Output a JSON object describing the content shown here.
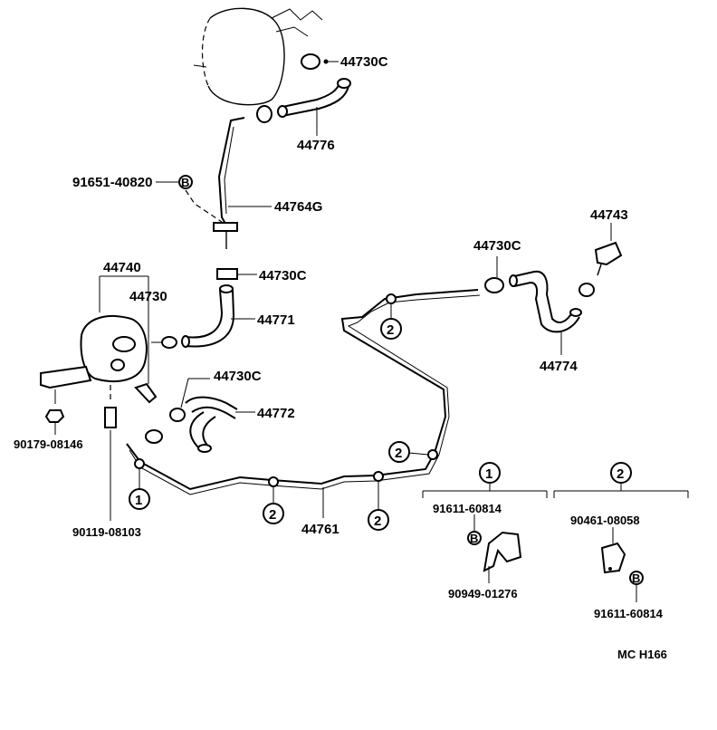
{
  "parts": {
    "p44730c_top": "44730C",
    "p44776": "44776",
    "p91651": "91651-40820",
    "p44764g": "44764G",
    "p44730c_mid": "44730C",
    "p44740": "44740",
    "p44730": "44730",
    "p44771": "44771",
    "p44730c_low": "44730C",
    "p44772": "44772",
    "p90179": "90179-08146",
    "p90119": "90119-08103",
    "p44761": "44761",
    "p44730c_right": "44730C",
    "p44743": "44743",
    "p44774": "44774",
    "d1_part_a": "91611-60814",
    "d1_part_b": "90949-01276",
    "d2_part_a": "90461-08058",
    "d2_part_b": "91611-60814"
  },
  "callouts": {
    "one": "1",
    "two": "2",
    "b": "B"
  },
  "footer": {
    "code": "MC  H166"
  }
}
